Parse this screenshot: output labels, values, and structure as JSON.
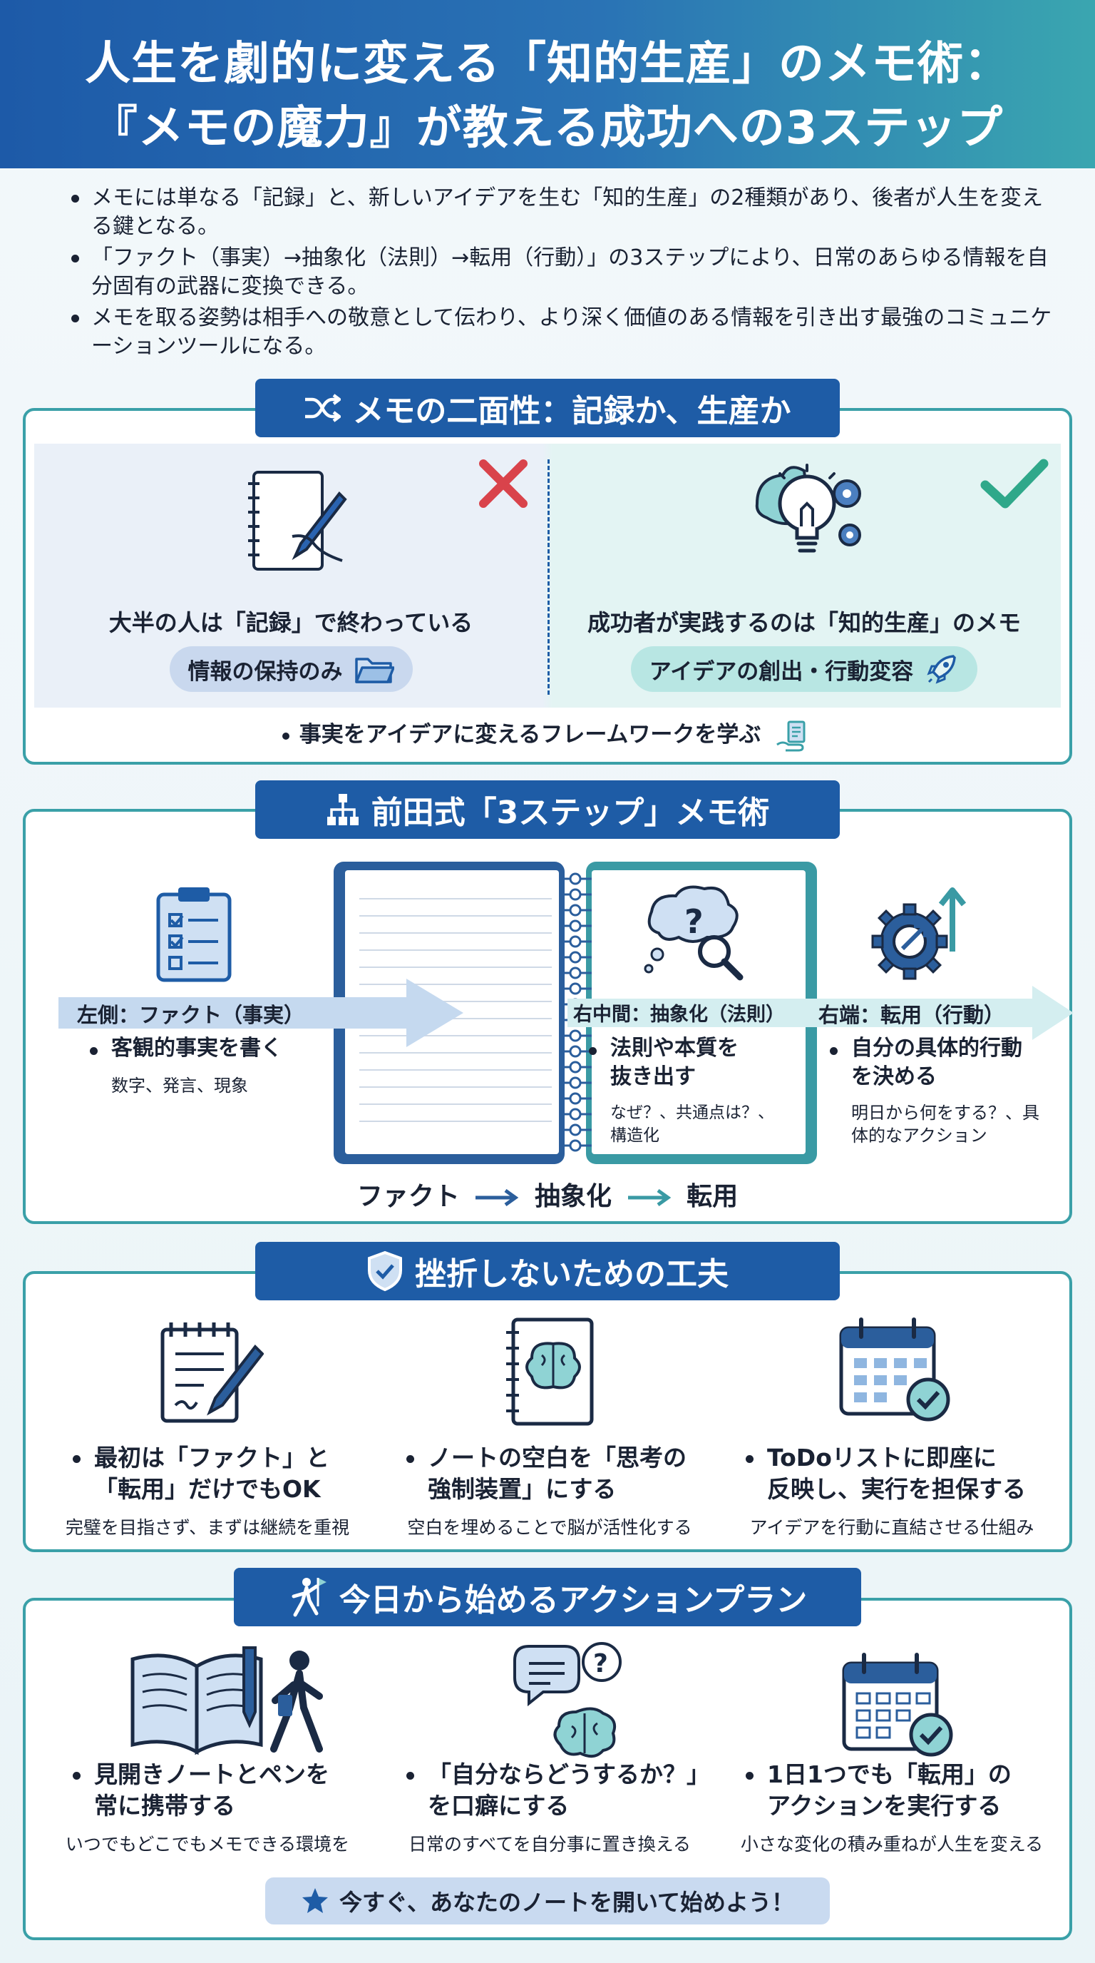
{
  "header": {
    "title_line1": "人生を劇的に変える「知的生産」のメモ術：",
    "title_line2": "『メモの魔力』が教える成功への3ステップ"
  },
  "intro": {
    "bullets": [
      "メモには単なる「記録」と、新しいアイデアを生む「知的生産」の2種類があり、後者が人生を変える鍵となる。",
      "「ファクト（事実）→抽象化（法則）→転用（行動）」の3ステップにより、日常のあらゆる情報を自分固有の武器に変換できる。",
      "メモを取る姿勢は相手への敬意として伝わり、より深く価値のある情報を引き出す最強のコミュニケーションツールになる。"
    ]
  },
  "section1": {
    "title": "メモの二面性：記録か、生産か",
    "left_heading": "大半の人は「記録」で終わっている",
    "left_pill": "情報の保持のみ",
    "right_heading": "成功者が実践するのは「知的生産」のメモ",
    "right_pill": "アイデアの創出・行動変容",
    "footer": "事実をアイデアに変えるフレームワークを学ぶ"
  },
  "section2": {
    "title": "前田式「3ステップ」メモ術",
    "left_label": "左側：ファクト（事実）",
    "left_bullet": "客観的事実を書く",
    "left_sub": "数字、発言、現象",
    "mid_label": "右中間：抽象化（法則）",
    "mid_bullet": "法則や本質を抜き出す",
    "mid_sub": "なぜ？、共通点は？、構造化",
    "right_label": "右端：転用（行動）",
    "right_bullet": "自分の具体的行動を決める",
    "right_sub": "明日から何をする？、具体的なアクション",
    "flow": [
      "ファクト",
      "抽象化",
      "転用"
    ]
  },
  "section3": {
    "title": "挫折しないための工夫",
    "items": [
      {
        "line1": "最初は「ファクト」と",
        "line2": "「転用」だけでもOK",
        "sub": "完璧を目指さず、まずは継続を重視"
      },
      {
        "line1": "ノートの空白を「思考の",
        "line2": "強制装置」にする",
        "sub": "空白を埋めることで脳が活性化する"
      },
      {
        "line1": "ToDoリストに即座に",
        "line2": "反映し、実行を担保する",
        "sub": "アイデアを行動に直結させる仕組み"
      }
    ]
  },
  "section4": {
    "title": "今日から始めるアクションプラン",
    "items": [
      {
        "line1": "見開きノートとペンを",
        "line2": "常に携帯する",
        "sub": "いつでもどこでもメモできる環境を"
      },
      {
        "line1": "「自分ならどうするか？」",
        "line2": "を口癖にする",
        "sub": "日常のすべてを自分事に置き換える"
      },
      {
        "line1": "1日1つでも「転用」の",
        "line2": "アクションを実行する",
        "sub": "小さな変化の積み重ねが人生を変える"
      }
    ],
    "cta": "今すぐ、あなたのノートを開いて始めよう！"
  },
  "colors": {
    "navy": "#1e5ca6",
    "teal": "#3aa0a8",
    "red_x": "#d9434b",
    "green_check": "#2fa88a"
  },
  "icons": [
    "shuffle-icon",
    "notebook-pen-icon",
    "x-mark-icon",
    "lightbulb-gears-icon",
    "check-icon",
    "folder-icon",
    "rocket-icon",
    "hand-card-icon",
    "hierarchy-icon",
    "clipboard-checklist-icon",
    "thought-bubble-magnifier-icon",
    "gear-arrow-icon",
    "shield-check-icon",
    "notepad-pen-icon",
    "notebook-brain-icon",
    "calendar-check-icon",
    "runner-flag-icon",
    "open-book-walker-icon",
    "chat-brain-icon",
    "star-icon"
  ]
}
